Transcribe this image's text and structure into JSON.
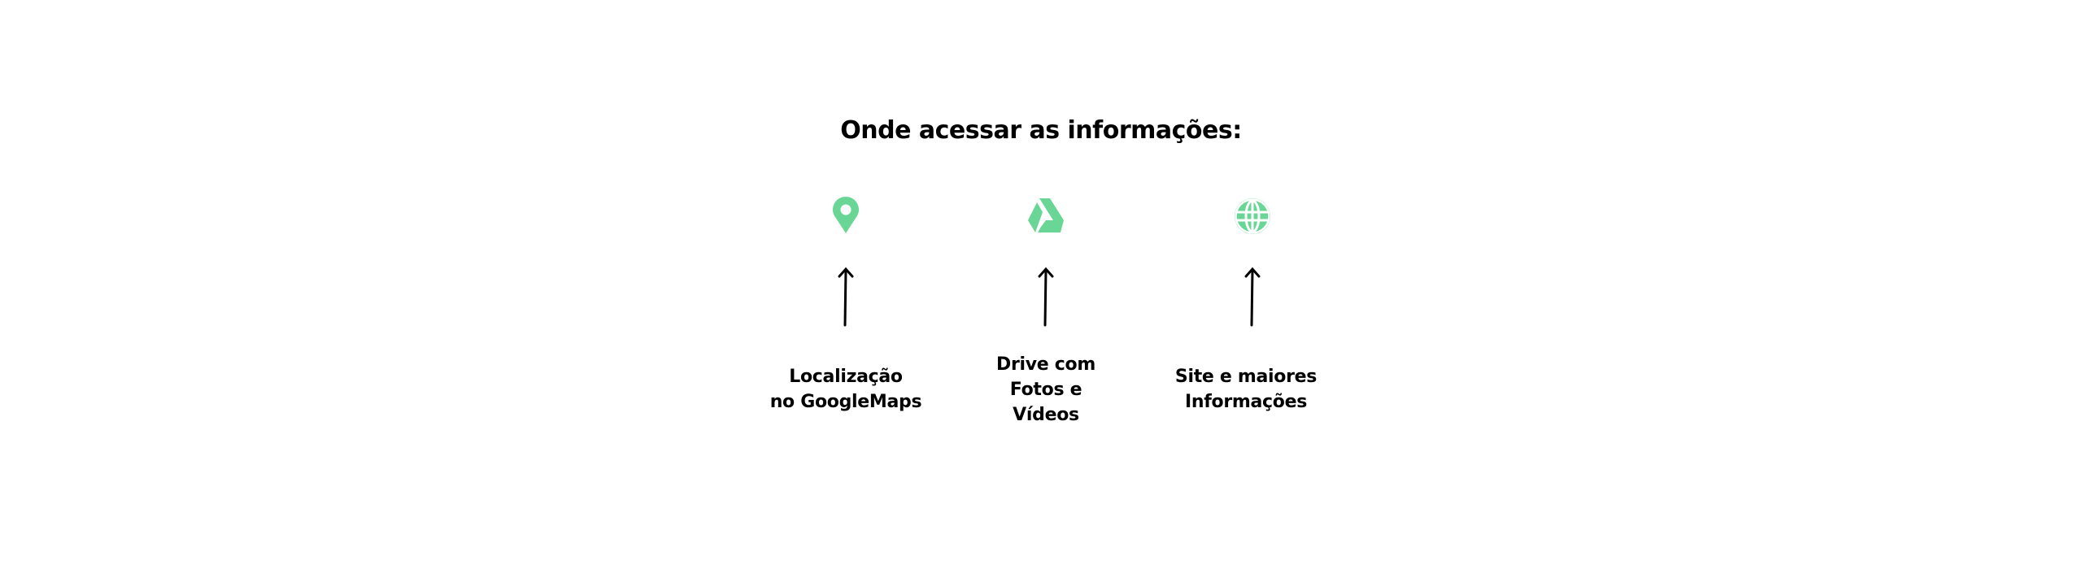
{
  "title": "Onde acessar as informações:",
  "accent_color": "#6ad695",
  "items": [
    {
      "icon": "map-pin-icon",
      "lines": [
        "Localização",
        "no GoogleMaps"
      ]
    },
    {
      "icon": "google-drive-icon",
      "lines": [
        "Drive com",
        "Fotos e",
        "Vídeos"
      ]
    },
    {
      "icon": "globe-icon",
      "lines": [
        "Site e maiores",
        "Informações"
      ]
    }
  ]
}
